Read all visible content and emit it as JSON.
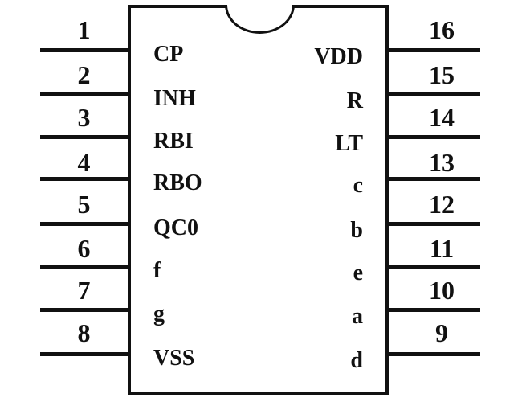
{
  "diagram": {
    "kind": "ic-pinout",
    "pin_count": 16,
    "left_pins": [
      {
        "number": "1",
        "label": "CP"
      },
      {
        "number": "2",
        "label": "INH"
      },
      {
        "number": "3",
        "label": "RBI"
      },
      {
        "number": "4",
        "label": "RBO"
      },
      {
        "number": "5",
        "label": "QC0"
      },
      {
        "number": "6",
        "label": "f"
      },
      {
        "number": "7",
        "label": "g"
      },
      {
        "number": "8",
        "label": "VSS"
      }
    ],
    "right_pins": [
      {
        "number": "16",
        "label": "VDD"
      },
      {
        "number": "15",
        "label": "R"
      },
      {
        "number": "14",
        "label": "LT"
      },
      {
        "number": "13",
        "label": "c"
      },
      {
        "number": "12",
        "label": "b"
      },
      {
        "number": "11",
        "label": "e"
      },
      {
        "number": "10",
        "label": "a"
      },
      {
        "number": "9",
        "label": "d"
      }
    ],
    "colors": {
      "stroke": "#111111",
      "text": "#111111",
      "background": "#ffffff"
    }
  }
}
